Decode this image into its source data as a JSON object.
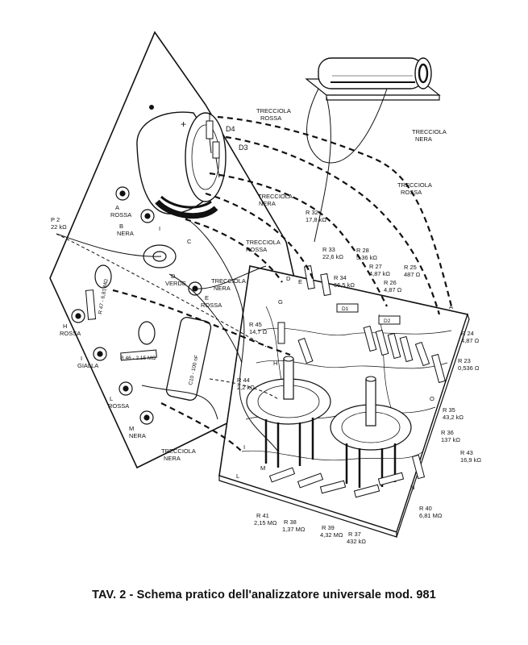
{
  "caption": "TAV. 2 - Schema pratico dell'analizzatore universale mod. 981",
  "wire_labels": {
    "treccia_rossa_top": [
      "TRECCIOLA",
      "ROSSA"
    ],
    "treccia_nera_top": [
      "TRECCIOLA",
      "NERA"
    ],
    "treccia_rossa_right": [
      "TRECCIOLA",
      "ROSSA"
    ],
    "treccia_nera_mid": [
      "TRECCIOLA",
      "NERA"
    ],
    "treccia_rossa_mid": [
      "TRECCIOLA",
      "ROSSA"
    ],
    "treccia_nera_center": [
      "TRECCIOLA",
      "NERA"
    ],
    "treccia_nera_bottom": [
      "TRECCIOLA",
      "NERA"
    ]
  },
  "diodes": {
    "d4": "D4",
    "d3": "D3",
    "d1": "D1",
    "d2": "D2"
  },
  "terminals": {
    "a": [
      "A",
      "ROSSA"
    ],
    "b": [
      "B",
      "NERA"
    ],
    "d": [
      "D",
      "VERDE"
    ],
    "e": [
      "E",
      "ROSSA"
    ],
    "h": [
      "H",
      "ROSSA"
    ],
    "i": [
      "I",
      "GIALLA"
    ],
    "l": [
      "L",
      "ROSSA"
    ],
    "m": [
      "M",
      "NERA"
    ]
  },
  "panel_letters": {
    "c": "C",
    "i": "I"
  },
  "pot": [
    "P 2",
    "22 kΩ"
  ],
  "panel_resistors": {
    "r47": "R 47 - 6,81 MΩ",
    "r46": "R 46 - 2,15 MΩ"
  },
  "capacitor": "C10 - 100 nF",
  "resistors": {
    "r32": [
      "R 32",
      "17,8 kΩ"
    ],
    "r33": [
      "R 33",
      "22,6 kΩ"
    ],
    "r28": [
      "R 28",
      "5,36 kΩ"
    ],
    "r34": [
      "R 34",
      "66,5 kΩ"
    ],
    "r27": [
      "R 27",
      "4,87 kΩ"
    ],
    "r25": [
      "R 25",
      "487 Ω"
    ],
    "r26": [
      "R 26",
      "4,87 Ω"
    ],
    "r24": [
      "R 24",
      "4,87 Ω"
    ],
    "r23": [
      "R 23",
      "0,536 Ω"
    ],
    "r45": [
      "R 45",
      "14,7 Ω"
    ],
    "r44": [
      "R 44",
      "2,2 kΩ"
    ],
    "r35": [
      "R 35",
      "43,2 kΩ"
    ],
    "r36": [
      "R 36",
      "137 kΩ"
    ],
    "r43": [
      "R 43",
      "16,9 kΩ"
    ],
    "r40": [
      "R 40",
      "6,81 MΩ"
    ],
    "r41": [
      "R 41",
      "2,15 MΩ"
    ],
    "r38": [
      "R 38",
      "1,37 MΩ"
    ],
    "r39": [
      "R 39",
      "4,32 MΩ"
    ],
    "r37": [
      "R 37",
      "432 kΩ"
    ]
  },
  "board_letters": {
    "d": "D",
    "e": "E",
    "g": "G",
    "a": "A",
    "h": "H",
    "o": "O",
    "i": "I",
    "m": "M",
    "l": "L",
    "n": "N"
  },
  "meter_sign": "+"
}
